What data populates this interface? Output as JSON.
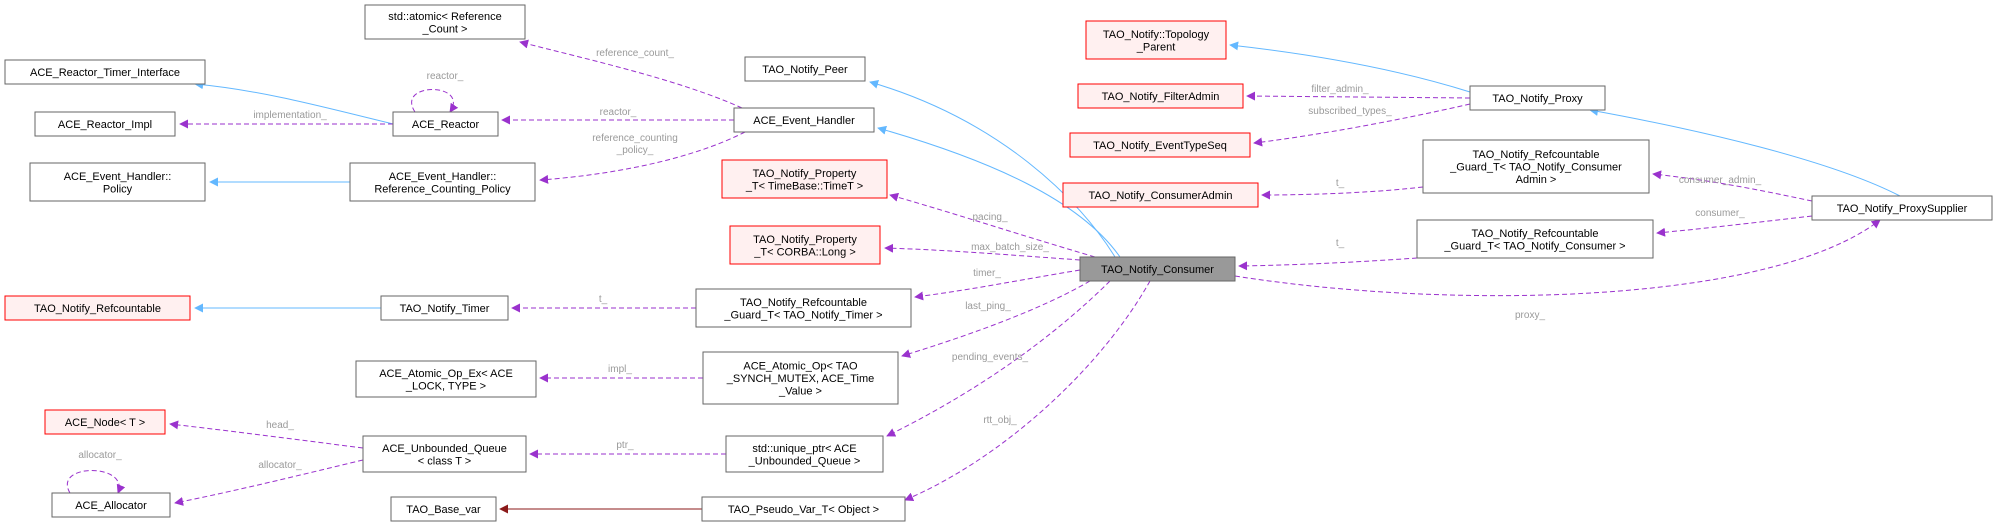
{
  "diagram": {
    "nodes": [
      {
        "id": "atomic_refcount",
        "lines": [
          "std::atomic< Reference",
          "_Count >"
        ],
        "style": "plain"
      },
      {
        "id": "reactor_timer_interface",
        "lines": [
          "ACE_Reactor_Timer_Interface"
        ],
        "style": "plain"
      },
      {
        "id": "reactor_impl",
        "lines": [
          "ACE_Reactor_Impl"
        ],
        "style": "plain"
      },
      {
        "id": "reactor",
        "lines": [
          "ACE_Reactor"
        ],
        "style": "plain"
      },
      {
        "id": "eh_policy",
        "lines": [
          "ACE_Event_Handler::",
          "Policy"
        ],
        "style": "plain"
      },
      {
        "id": "eh_rc_policy",
        "lines": [
          "ACE_Event_Handler::",
          "Reference_Counting_Policy"
        ],
        "style": "plain"
      },
      {
        "id": "peer",
        "lines": [
          "TAO_Notify_Peer"
        ],
        "style": "plain"
      },
      {
        "id": "event_handler",
        "lines": [
          "ACE_Event_Handler"
        ],
        "style": "plain"
      },
      {
        "id": "prop_timebase",
        "lines": [
          "TAO_Notify_Property",
          "_T< TimeBase::TimeT >"
        ],
        "style": "red"
      },
      {
        "id": "prop_long",
        "lines": [
          "TAO_Notify_Property",
          "_T< CORBA::Long >"
        ],
        "style": "red"
      },
      {
        "id": "refcountable",
        "lines": [
          "TAO_Notify_Refcountable"
        ],
        "style": "red"
      },
      {
        "id": "notify_timer",
        "lines": [
          "TAO_Notify_Timer"
        ],
        "style": "plain"
      },
      {
        "id": "guard_timer",
        "lines": [
          "TAO_Notify_Refcountable",
          "_Guard_T< TAO_Notify_Timer >"
        ],
        "style": "plain"
      },
      {
        "id": "atomic_op_ex",
        "lines": [
          "ACE_Atomic_Op_Ex< ACE",
          "_LOCK, TYPE >"
        ],
        "style": "plain"
      },
      {
        "id": "atomic_op",
        "lines": [
          "ACE_Atomic_Op< TAO",
          "_SYNCH_MUTEX, ACE_Time",
          "_Value >"
        ],
        "style": "plain"
      },
      {
        "id": "ace_node",
        "lines": [
          "ACE_Node< T >"
        ],
        "style": "red"
      },
      {
        "id": "unbounded_queue",
        "lines": [
          "ACE_Unbounded_Queue",
          "< class T >"
        ],
        "style": "plain"
      },
      {
        "id": "unique_ptr",
        "lines": [
          "std::unique_ptr< ACE",
          "_Unbounded_Queue >"
        ],
        "style": "plain"
      },
      {
        "id": "allocator",
        "lines": [
          "ACE_Allocator"
        ],
        "style": "plain"
      },
      {
        "id": "base_var",
        "lines": [
          "TAO_Base_var"
        ],
        "style": "plain"
      },
      {
        "id": "pseudo_var",
        "lines": [
          "TAO_Pseudo_Var_T< Object >"
        ],
        "style": "plain"
      },
      {
        "id": "consumer",
        "lines": [
          "TAO_Notify_Consumer"
        ],
        "style": "focus"
      },
      {
        "id": "topology_parent",
        "lines": [
          "TAO_Notify::Topology",
          "_Parent"
        ],
        "style": "red"
      },
      {
        "id": "filter_admin",
        "lines": [
          "TAO_Notify_FilterAdmin"
        ],
        "style": "red"
      },
      {
        "id": "event_type_seq",
        "lines": [
          "TAO_Notify_EventTypeSeq"
        ],
        "style": "red"
      },
      {
        "id": "consumer_admin",
        "lines": [
          "TAO_Notify_ConsumerAdmin"
        ],
        "style": "red"
      },
      {
        "id": "notify_proxy",
        "lines": [
          "TAO_Notify_Proxy"
        ],
        "style": "plain"
      },
      {
        "id": "guard_consumer_admin",
        "lines": [
          "TAO_Notify_Refcountable",
          "_Guard_T< TAO_Notify_Consumer",
          "Admin >"
        ],
        "style": "plain"
      },
      {
        "id": "guard_consumer",
        "lines": [
          "TAO_Notify_Refcountable",
          "_Guard_T< TAO_Notify_Consumer >"
        ],
        "style": "plain"
      },
      {
        "id": "proxy_supplier",
        "lines": [
          "TAO_Notify_ProxySupplier"
        ],
        "style": "plain"
      }
    ],
    "edges": [
      {
        "id": "e_reactor_inh",
        "kind": "inheritance",
        "label": ""
      },
      {
        "id": "e_reactor_self",
        "kind": "usage",
        "label": "reactor_"
      },
      {
        "id": "e_impl",
        "kind": "usage",
        "label": "implementation_"
      },
      {
        "id": "e_policy_inh",
        "kind": "inheritance",
        "label": ""
      },
      {
        "id": "e_refcount",
        "kind": "usage",
        "label": "reference_count_"
      },
      {
        "id": "e_eh_reactor",
        "kind": "usage",
        "label": "reactor_"
      },
      {
        "id": "e_eh_rcpolicy",
        "kind": "usage",
        "label": "reference_counting\n_policy_"
      },
      {
        "id": "e_peer_inh",
        "kind": "inheritance",
        "label": ""
      },
      {
        "id": "e_eh_inh",
        "kind": "inheritance",
        "label": ""
      },
      {
        "id": "e_pacing",
        "kind": "usage",
        "label": "pacing_"
      },
      {
        "id": "e_batch",
        "kind": "usage",
        "label": "max_batch_size_"
      },
      {
        "id": "e_timer_inh",
        "kind": "inheritance",
        "label": ""
      },
      {
        "id": "e_guard_timer_t",
        "kind": "usage",
        "label": "t_"
      },
      {
        "id": "e_timer",
        "kind": "usage",
        "label": "timer_"
      },
      {
        "id": "e_impl2",
        "kind": "usage",
        "label": "impl_"
      },
      {
        "id": "e_last_ping",
        "kind": "usage",
        "label": "last_ping_"
      },
      {
        "id": "e_head",
        "kind": "usage",
        "label": "head_"
      },
      {
        "id": "e_alloc_q",
        "kind": "usage",
        "label": "allocator_"
      },
      {
        "id": "e_alloc_self",
        "kind": "usage",
        "label": "allocator_"
      },
      {
        "id": "e_ptr",
        "kind": "usage",
        "label": "ptr_"
      },
      {
        "id": "e_pending",
        "kind": "usage",
        "label": "pending_events_"
      },
      {
        "id": "e_basevar_inh",
        "kind": "private",
        "label": ""
      },
      {
        "id": "e_rtt",
        "kind": "usage",
        "label": "rtt_obj_"
      },
      {
        "id": "e_topology_inh",
        "kind": "inheritance",
        "label": ""
      },
      {
        "id": "e_filter_admin",
        "kind": "usage",
        "label": "filter_admin_"
      },
      {
        "id": "e_subscribed",
        "kind": "usage",
        "label": "subscribed_types_"
      },
      {
        "id": "e_proxy_inh",
        "kind": "inheritance",
        "label": ""
      },
      {
        "id": "e_ca_t",
        "kind": "usage",
        "label": "t_"
      },
      {
        "id": "e_consumer_admin",
        "kind": "usage",
        "label": "consumer_admin_"
      },
      {
        "id": "e_gc_t",
        "kind": "usage",
        "label": "t_"
      },
      {
        "id": "e_consumer",
        "kind": "usage",
        "label": "consumer_"
      },
      {
        "id": "e_proxy",
        "kind": "usage",
        "label": "proxy_"
      }
    ],
    "colors": {
      "inheritance": "#63b8ff",
      "usage": "#9a32cd",
      "private": "#8b1a1a",
      "label": "#9a9a9a",
      "focus_fill": "#999999",
      "red_border": "#ff0000",
      "red_fill": "#fff0f0"
    }
  }
}
